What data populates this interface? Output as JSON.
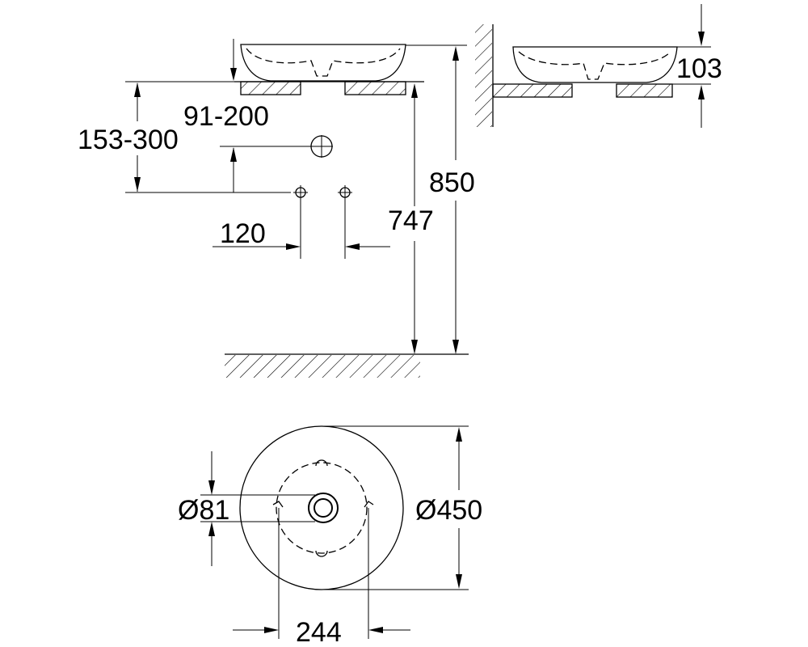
{
  "dimensions": {
    "offset_range": "91-200",
    "height_range": "153-300",
    "basin_to_floor": "850",
    "counter_to_floor": "747",
    "hole_spacing": "120",
    "basin_height": "103",
    "waste_diameter": "Ø81",
    "basin_diameter": "Ø450",
    "bolt_spacing": "244"
  }
}
